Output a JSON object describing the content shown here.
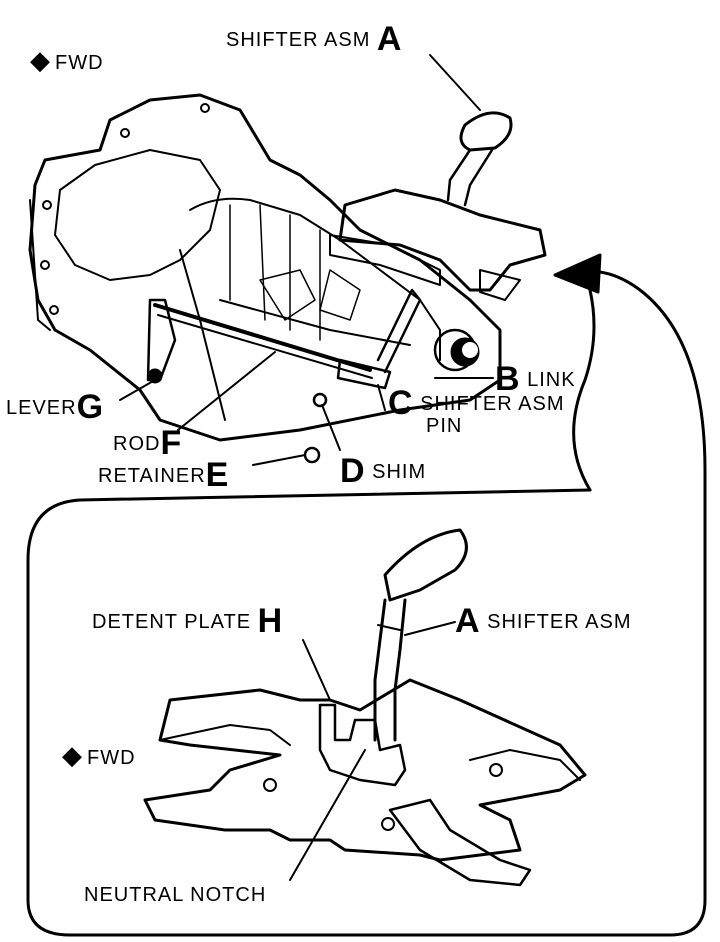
{
  "top": {
    "fwd_label": "FWD",
    "labels": {
      "shifter_asm_a": {
        "text": "SHIFTER ASM",
        "letter": "A"
      },
      "link_b": {
        "letter": "B",
        "text": "LINK"
      },
      "shifter_asm_pin_c": {
        "letter": "C",
        "line1": "SHIFTER ASM",
        "line2": "PIN"
      },
      "shim_d": {
        "letter": "D",
        "text": "SHIM"
      },
      "retainer_e": {
        "text": "RETAINER",
        "letter": "E"
      },
      "rod_f": {
        "text": "ROD",
        "letter": "F"
      },
      "lever_g": {
        "text": "LEVER",
        "letter": "G"
      }
    }
  },
  "inset": {
    "fwd_label": "FWD",
    "labels": {
      "detent_plate_h": {
        "text": "DETENT PLATE",
        "letter": "H"
      },
      "shifter_asm_a": {
        "letter": "A",
        "text": "SHIFTER ASM"
      },
      "neutral_notch": {
        "text": "NEUTRAL NOTCH"
      }
    }
  }
}
